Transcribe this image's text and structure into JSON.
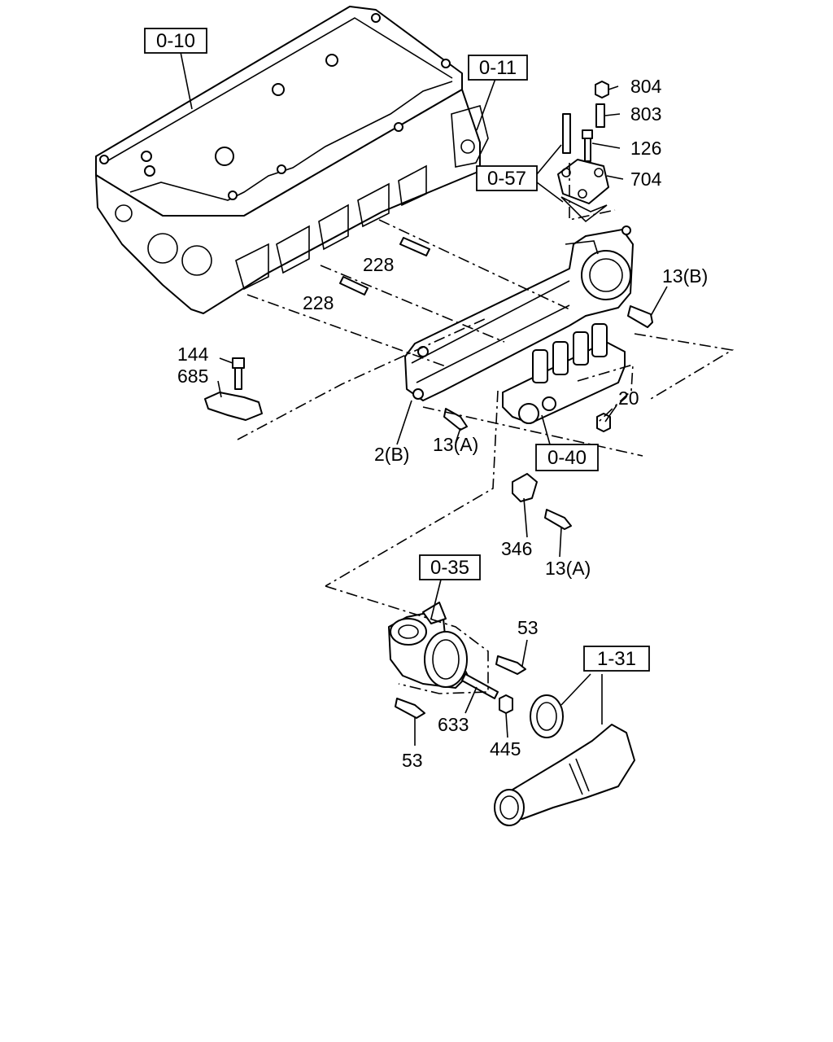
{
  "diagram": {
    "ref_boxes": {
      "r0_10": "0-10",
      "r0_11": "0-11",
      "r0_57": "0-57",
      "r0_40": "0-40",
      "r0_35": "0-35",
      "r1_31": "1-31"
    },
    "callouts": {
      "p804": "804",
      "p803": "803",
      "p126": "126",
      "p704": "704",
      "p13b": "13(B)",
      "p228a": "228",
      "p228b": "228",
      "p144": "144",
      "p685": "685",
      "p20": "20",
      "p2b": "2(B)",
      "p13a1": "13(A)",
      "p346": "346",
      "p13a2": "13(A)",
      "p53a": "53",
      "p53b": "53",
      "p633": "633",
      "p445": "445"
    }
  }
}
